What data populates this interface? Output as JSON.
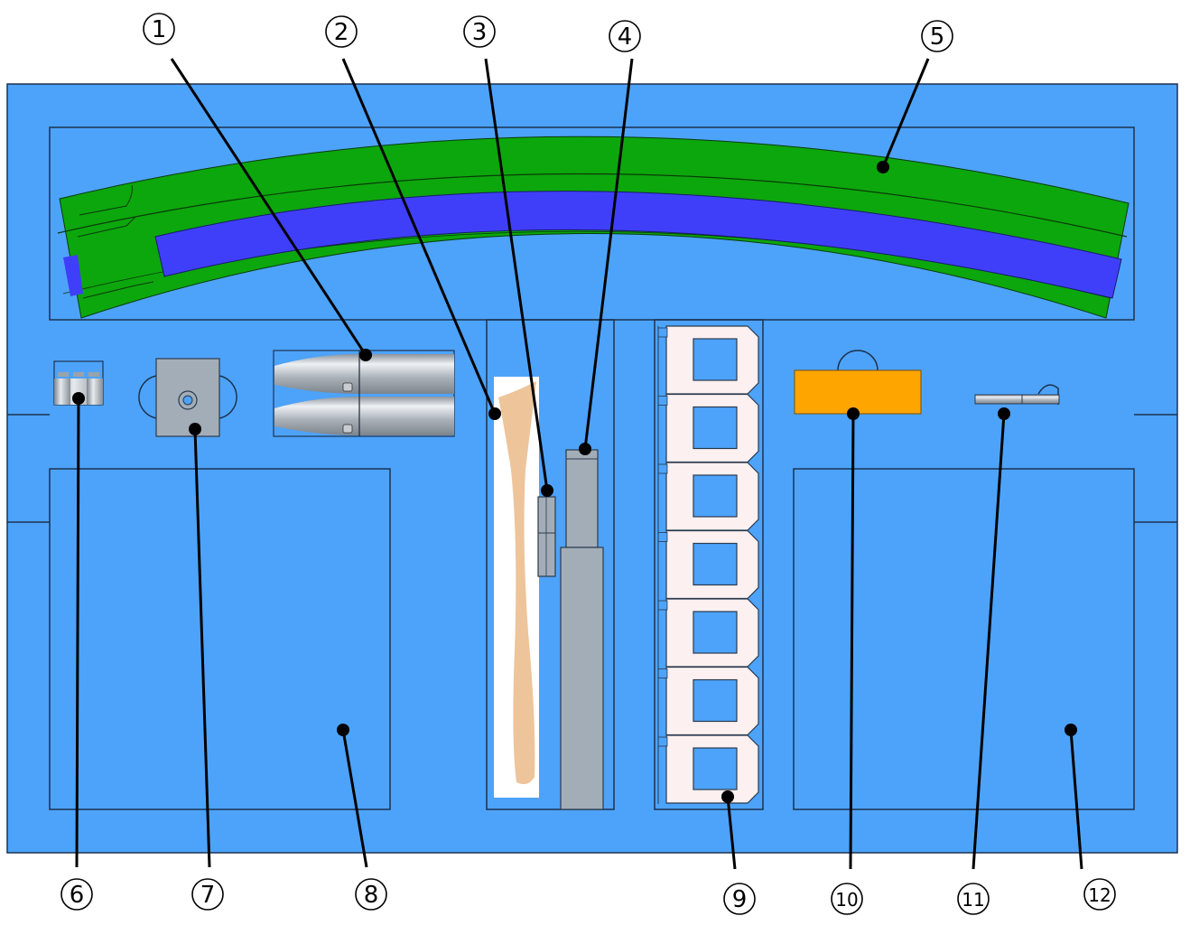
{
  "figure": {
    "callouts": [
      {
        "id": 1,
        "label": "1"
      },
      {
        "id": 2,
        "label": "2"
      },
      {
        "id": 3,
        "label": "3"
      },
      {
        "id": 4,
        "label": "4"
      },
      {
        "id": 5,
        "label": "5"
      },
      {
        "id": 6,
        "label": "6"
      },
      {
        "id": 7,
        "label": "7"
      },
      {
        "id": 8,
        "label": "8"
      },
      {
        "id": 9,
        "label": "9"
      },
      {
        "id": 10,
        "label": "10"
      },
      {
        "id": 11,
        "label": "11"
      },
      {
        "id": 12,
        "label": "12"
      }
    ],
    "colors": {
      "board": "#4da3fa",
      "green": "#0ca70c",
      "blue": "#3f3ffa",
      "orange": "#ffa500",
      "gray": "#a3adb8",
      "frame": "#fdf0f0",
      "wood": "#eec49a"
    }
  }
}
